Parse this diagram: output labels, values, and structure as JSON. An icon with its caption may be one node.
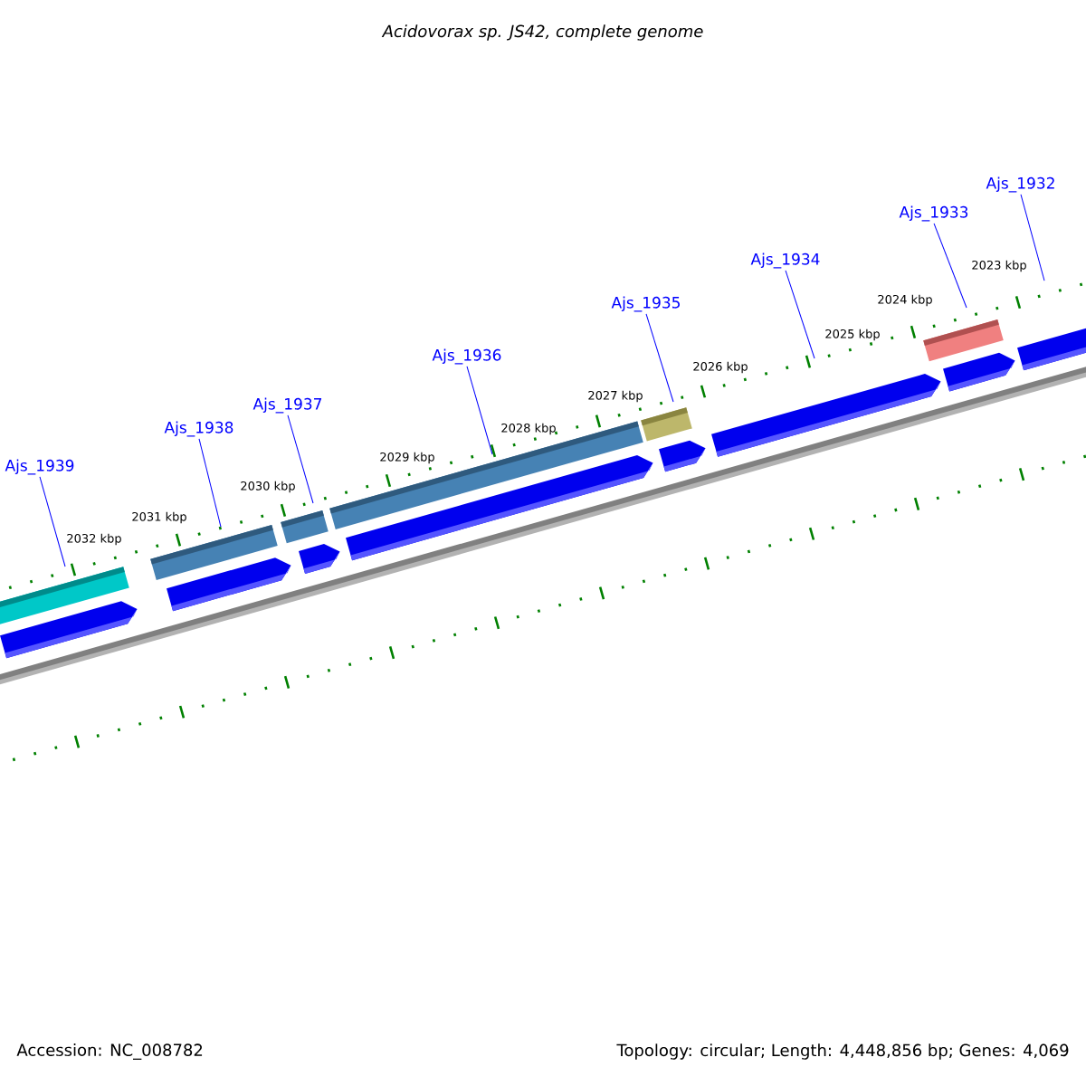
{
  "diagram": {
    "title": "Acidovorax sp. JS42, complete genome",
    "nodes": [
      {
        "text": [
          "Ajs_1939"
        ]
      },
      {
        "text": [
          "Ajs_1938"
        ]
      },
      {
        "text": [
          "Ajs_1937"
        ]
      },
      {
        "text": [
          "Ajs_1936"
        ]
      },
      {
        "text": [
          "Ajs_1935"
        ]
      },
      {
        "text": [
          "Ajs_1934"
        ]
      },
      {
        "text": [
          "Ajs_1933"
        ]
      },
      {
        "text": [
          "Ajs_1932"
        ]
      }
    ],
    "edges": [
      {
        "from": 0,
        "to": null,
        "arrow": "none"
      },
      {
        "from": 1,
        "to": null,
        "arrow": "none"
      },
      {
        "from": 2,
        "to": null,
        "arrow": "none"
      },
      {
        "from": 3,
        "to": null,
        "arrow": "none"
      },
      {
        "from": 4,
        "to": null,
        "arrow": "none"
      },
      {
        "from": 5,
        "to": null,
        "arrow": "none"
      },
      {
        "from": 6,
        "to": null,
        "arrow": "none"
      },
      {
        "from": 7,
        "to": null,
        "arrow": "none"
      }
    ],
    "labels": [
      "2032 kbp",
      "2031 kbp",
      "2030 kbp",
      "2029 kbp",
      "2028 kbp",
      "2027 kbp",
      "2026 kbp",
      "2025 kbp",
      "2024 kbp",
      "2023 kbp",
      "Accession: NC_008782",
      "Topology: circular; Length: 4,448,856 bp; Genes: 4,069"
    ]
  }
}
